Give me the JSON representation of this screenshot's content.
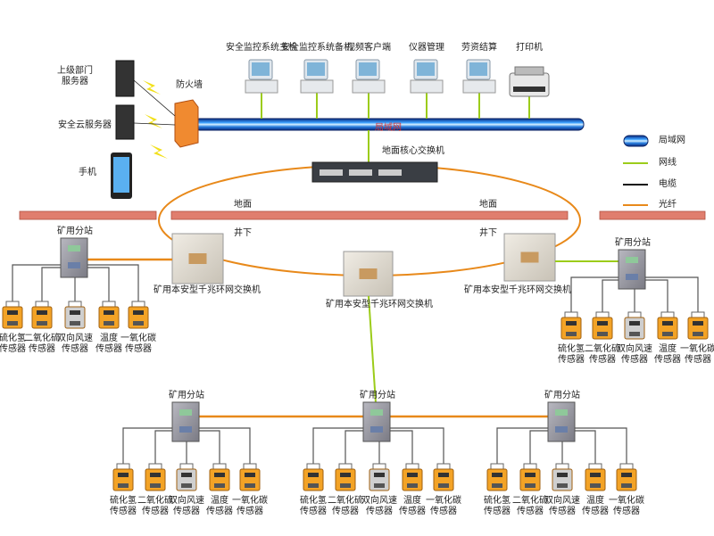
{
  "colors": {
    "lan": "#1a6fd0",
    "network_cable": "#9ccc1a",
    "power_cable": "#111111",
    "fiber": "#e8891a",
    "ground": "#e07e6e",
    "sensor_orange": "#f3a326",
    "sensor_gray": "#cfcfcf"
  },
  "external": {
    "superior_server": "上级部门服务器",
    "cloud_server": "安全云服务器",
    "phone": "手机",
    "firewall": "防火墙"
  },
  "lan_label": "局域网",
  "terminals": [
    {
      "label": "安全监控系统主机",
      "icon": "computer-icon"
    },
    {
      "label": "安全监控系统备机",
      "icon": "computer-icon"
    },
    {
      "label": "视频客户端",
      "icon": "computer-icon"
    },
    {
      "label": "仪器管理",
      "icon": "computer-icon"
    },
    {
      "label": "劳资结算",
      "icon": "computer-icon"
    },
    {
      "label": "打印机",
      "icon": "printer-icon"
    }
  ],
  "core_switch": "地面核心交换机",
  "surface": "地面",
  "underground": "井下",
  "ring_switch": "矿用本安型千兆环网交换机",
  "legend": [
    {
      "label": "局域网",
      "type": "lan"
    },
    {
      "label": "网线",
      "type": "network_cable"
    },
    {
      "label": "电缆",
      "type": "power_cable"
    },
    {
      "label": "光纤",
      "type": "fiber"
    }
  ],
  "substation": "矿用分站",
  "sensor_suffix": "传感器",
  "sensors": [
    {
      "name": "硫化氢",
      "color": "orange"
    },
    {
      "name": "二氧化硫",
      "color": "orange"
    },
    {
      "name": "双向风速",
      "color": "gray"
    },
    {
      "name": "温度",
      "color": "orange"
    },
    {
      "name": "一氧化碳",
      "color": "orange"
    }
  ]
}
